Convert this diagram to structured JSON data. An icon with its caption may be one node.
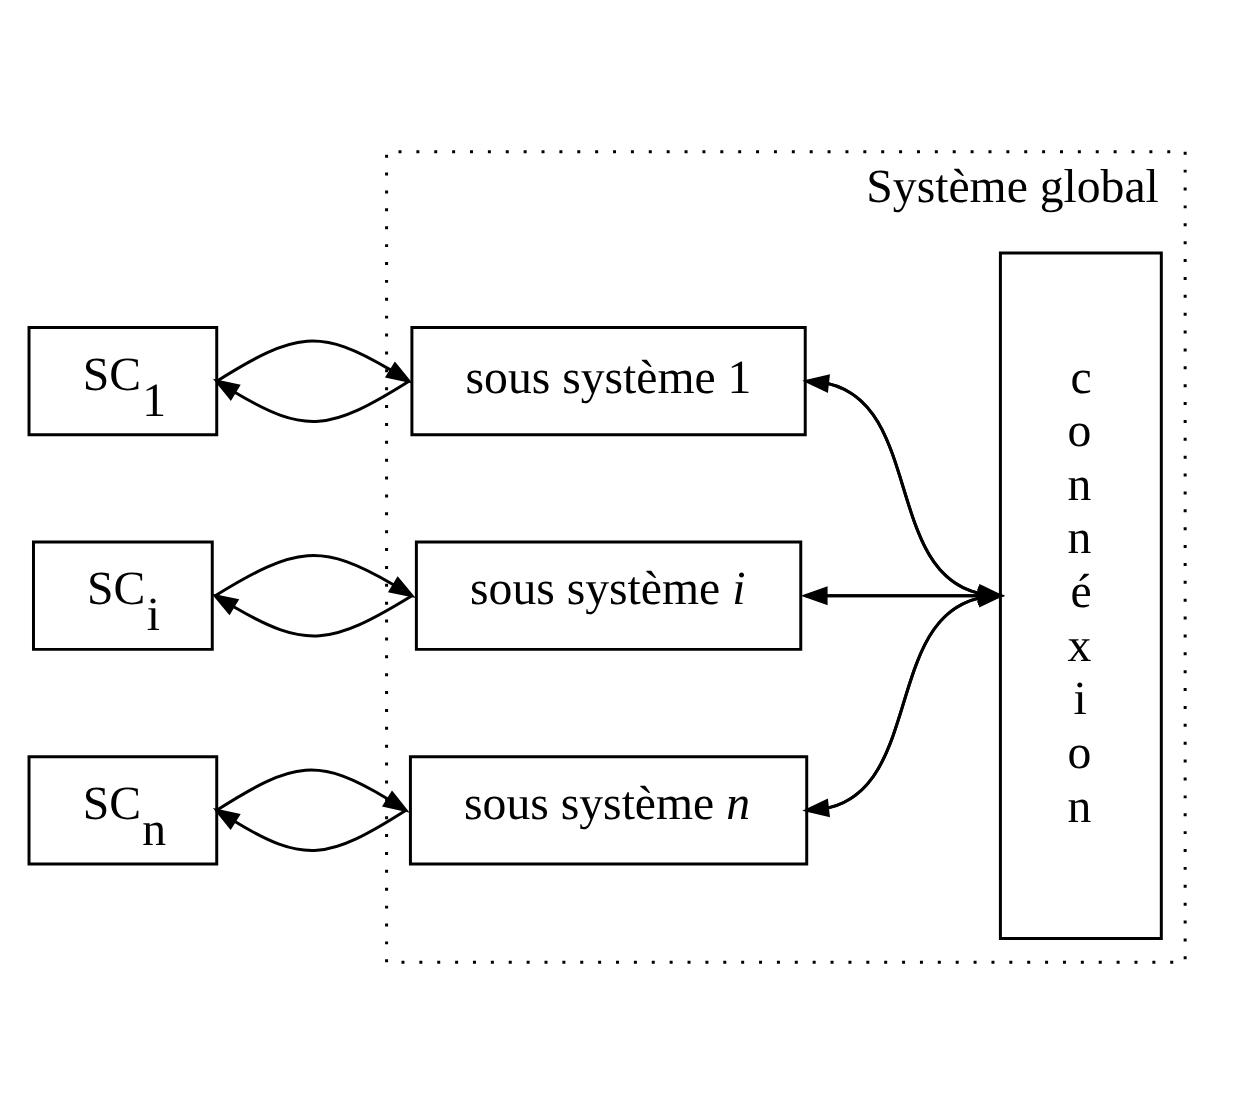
{
  "diagram": {
    "nodes": [
      {
        "text": [
          "Système global"
        ]
      },
      {
        "text": [
          "SC$_{1}$"
        ]
      },
      {
        "text": [
          "SC$_{i}$"
        ]
      },
      {
        "text": [
          "SC$_{n}$"
        ]
      },
      {
        "text": [
          "sous système 1"
        ],
        "in": 0
      },
      {
        "text": [
          "sous système *i*"
        ],
        "in": 0
      },
      {
        "text": [
          "sous système *n*"
        ],
        "in": 0
      },
      {
        "text": [
          "connéxion"
        ],
        "in": 0
      }
    ],
    "edges": [
      {
        "from": 1,
        "to": 4,
        "arrow": "to"
      },
      {
        "from": 4,
        "to": 1,
        "arrow": "to"
      },
      {
        "from": 2,
        "to": 5,
        "arrow": "to"
      },
      {
        "from": 5,
        "to": 2,
        "arrow": "to"
      },
      {
        "from": 6,
        "to": 3,
        "arrow": "to"
      },
      {
        "from": 3,
        "to": 6,
        "arrow": "to"
      },
      {
        "from": 4,
        "to": 7,
        "arrow": "to"
      },
      {
        "from": 7,
        "to": 4,
        "arrow": "to"
      },
      {
        "from": 5,
        "to": 7,
        "arrow": "to"
      },
      {
        "from": 7,
        "to": 5,
        "arrow": "to"
      },
      {
        "from": 7,
        "to": 6,
        "arrow": "to"
      },
      {
        "from": 6,
        "to": 7,
        "arrow": "to"
      }
    ]
  }
}
